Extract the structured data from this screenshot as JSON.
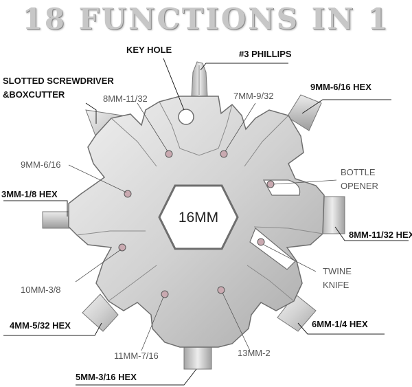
{
  "title": "18 FUNCTIONS IN 1",
  "center_label": "16MM",
  "labels": {
    "key_hole": "KEY HOLE",
    "phillips": "#3 PHILLIPS",
    "slotted": "SLOTTED SCREWDRIVER",
    "boxcutter": "&BOXCUTTER",
    "w8_11_32_top": "8MM-11/32",
    "w7_9_32": "7MM-9/32",
    "hex9_6_16": "9MM-6/16 HEX",
    "w9_6_16": "9MM-6/16",
    "bottle1": "BOTTLE",
    "bottle2": "OPENER",
    "hex3_1_8": "3MM-1/8 HEX",
    "hex8_11_32": "8MM-11/32 HEX",
    "twine1": "TWINE",
    "twine2": "KNIFE",
    "w10_3_8": "10MM-3/8",
    "hex4_5_32": "4MM-5/32 HEX",
    "hex6_1_4": "6MM-1/4 HEX",
    "w11_7_16": "11MM-7/16",
    "w13_2": "13MM-2",
    "hex5_3_16": "5MM-3/16 HEX"
  },
  "colors": {
    "steel_light": "#e6e6e6",
    "steel_mid": "#c4c4c4",
    "steel_dark": "#8f8f8f",
    "title_gray": "#c7c7c7"
  }
}
